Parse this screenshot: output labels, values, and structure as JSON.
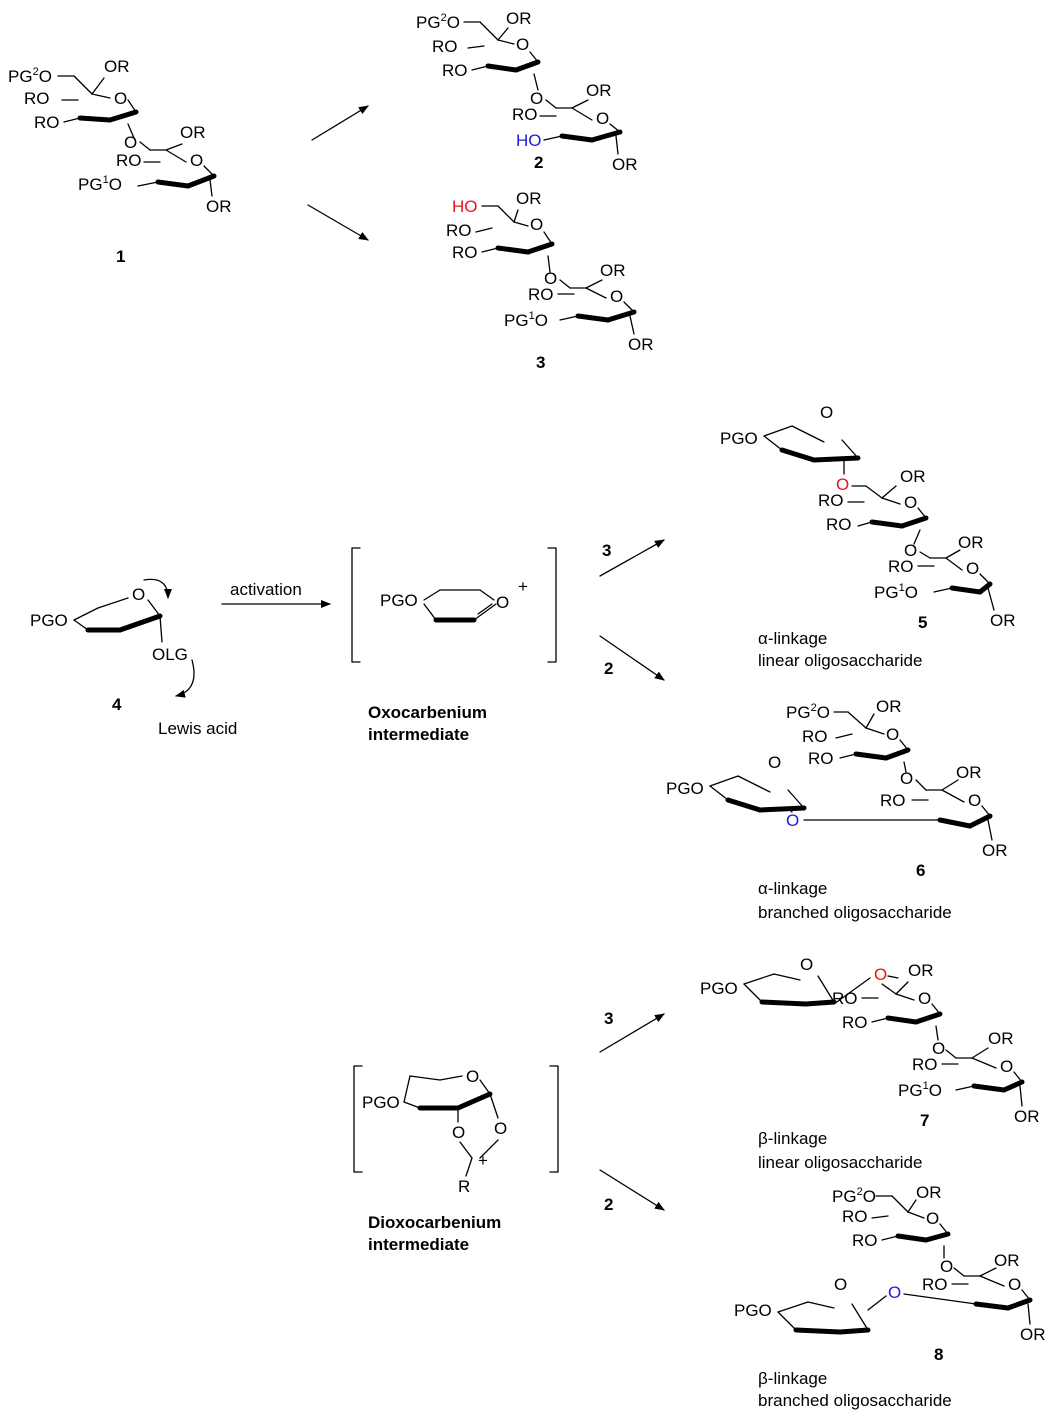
{
  "labels": {
    "or": "OR",
    "ro": "RO",
    "o": "O",
    "pg2o_pg": "PG",
    "pg2o_sup": "2",
    "pg2o_o": "O",
    "pg1o_pg": "PG",
    "pg1o_sup": "1",
    "pg1o_o": "O",
    "ho": "HO",
    "pgo": "PGO",
    "olg": "OLG",
    "r": "R",
    "plus": "+"
  },
  "compounds": {
    "c1": "1",
    "c2": "2",
    "c3": "3",
    "c4": "4",
    "c5": "5",
    "c6": "6",
    "c7": "7",
    "c8": "8"
  },
  "reagents": {
    "activation": "activation",
    "lewis_acid": "Lewis acid"
  },
  "intermediates": {
    "oxo_line1": "Oxocarbenium",
    "oxo_line2": "intermediate",
    "dioxo_line1": "Dioxocarbenium",
    "dioxo_line2": "intermediate"
  },
  "products": {
    "p5_line1": "α-linkage",
    "p5_line2": "linear oligosaccharide",
    "p6_line1": "α-linkage",
    "p6_line2": "branched oligosaccharide",
    "p7_line1": "β-linkage",
    "p7_line2": "linear oligosaccharide",
    "p8_line1": "β-linkage",
    "p8_line2": "branched oligosaccharide"
  },
  "colors": {
    "pg2_highlight": "#e8141c",
    "pg1_highlight": "#1c1ce0",
    "bonds": "#000000"
  }
}
